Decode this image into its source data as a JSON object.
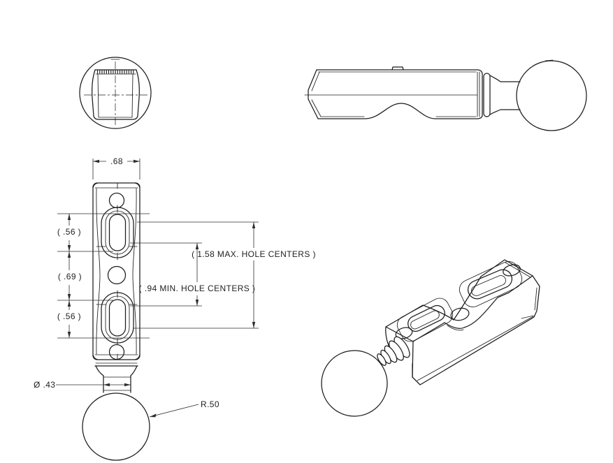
{
  "canvas": {
    "width": "877",
    "height": "663",
    "background": "#ffffff"
  },
  "style": {
    "line_color": "#1c1c1c",
    "dimension_color": "#2e2e2e"
  },
  "dimensions": {
    "body_width": ".68",
    "top_slot_length": "( .56 )",
    "center_spacing": "( .69 )",
    "bottom_slot_length": "( .56 )",
    "max_hole_centers": "( 1.58 MAX. HOLE CENTERS )",
    "min_hole_centers": "( .94 MIN. HOLE CENTERS )",
    "neck_diameter": "Ø .43",
    "ball_radius": "R.50"
  }
}
